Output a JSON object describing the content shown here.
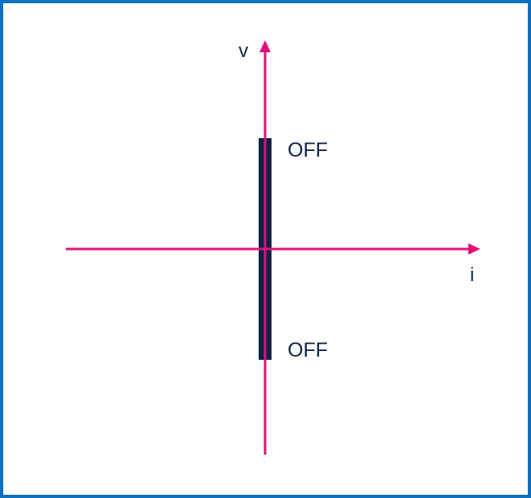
{
  "diagram": {
    "type": "iv-characteristic",
    "axes": {
      "vertical_label": "v",
      "horizontal_label": "i",
      "axis_color": "#e0107a"
    },
    "bar": {
      "color": "#0e2244"
    },
    "labels": {
      "upper": "OFF",
      "lower": "OFF"
    },
    "border_color": "#0c6fc0"
  }
}
